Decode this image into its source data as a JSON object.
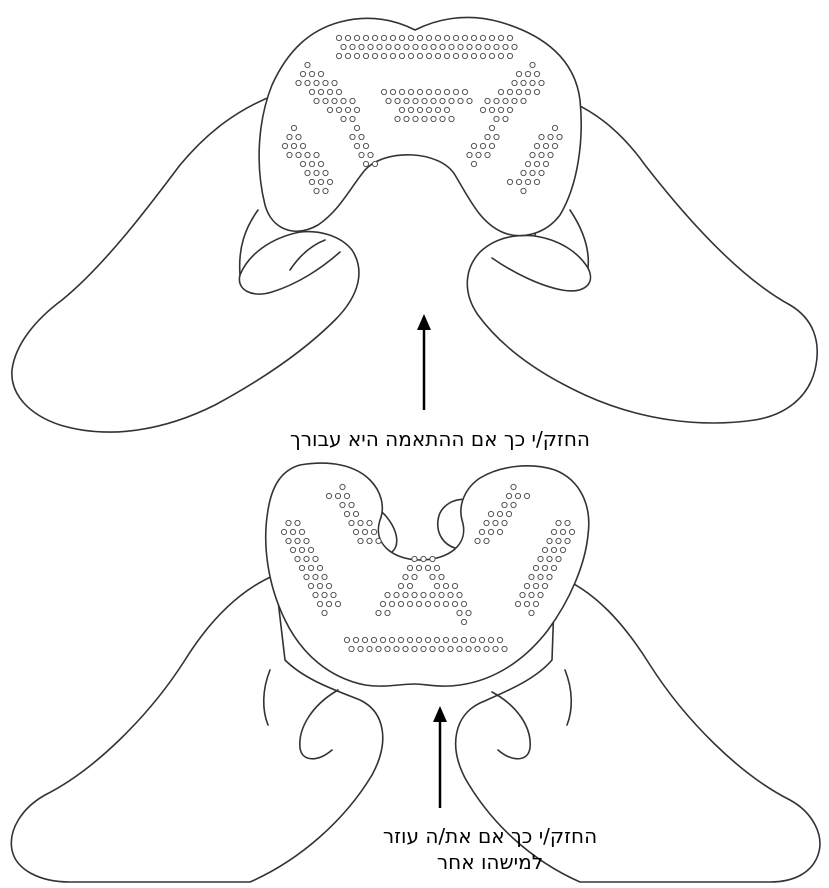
{
  "captions": {
    "top": "החזק/י כך אם ההתאמה היא עבורך",
    "bottom_line1": "החזק/י כך אם את/ה עוזר",
    "bottom_line2": "למישהו אחר"
  },
  "colors": {
    "line": "#333333",
    "text": "#000000",
    "background": "#ffffff"
  }
}
